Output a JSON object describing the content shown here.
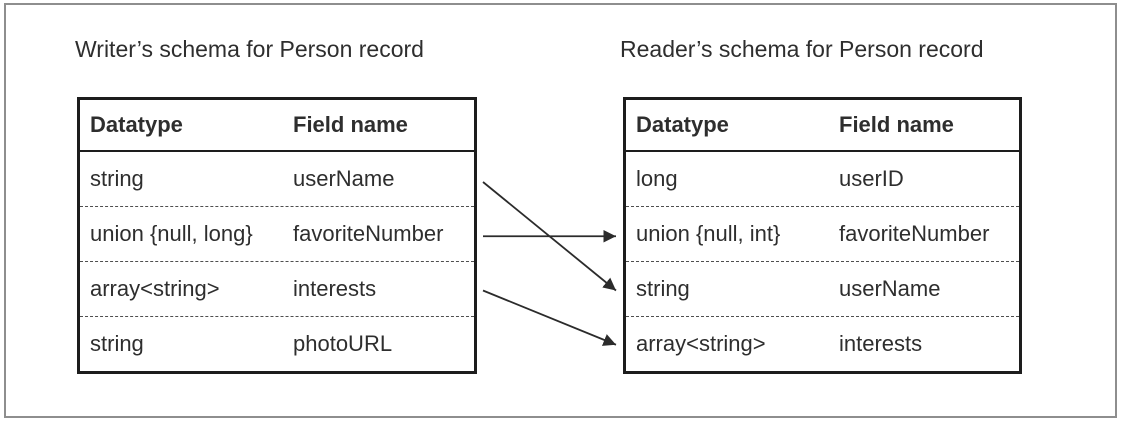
{
  "diagram": {
    "writer": {
      "title": "Writer’s schema for Person record",
      "columns": {
        "datatype": "Datatype",
        "field": "Field name"
      },
      "rows": [
        {
          "datatype": "string",
          "field": "userName"
        },
        {
          "datatype": "union {null, long}",
          "field": "favoriteNumber"
        },
        {
          "datatype": "array<string>",
          "field": "interests"
        },
        {
          "datatype": "string",
          "field": "photoURL"
        }
      ]
    },
    "reader": {
      "title": "Reader’s schema for Person record",
      "columns": {
        "datatype": "Datatype",
        "field": "Field name"
      },
      "rows": [
        {
          "datatype": "long",
          "field": "userID"
        },
        {
          "datatype": "union {null, int}",
          "field": "favoriteNumber"
        },
        {
          "datatype": "string",
          "field": "userName"
        },
        {
          "datatype": "array<string>",
          "field": "interests"
        }
      ]
    },
    "mappings": [
      {
        "field": "userName",
        "from_row": 0,
        "to_row": 2
      },
      {
        "field": "favoriteNumber",
        "from_row": 1,
        "to_row": 1
      },
      {
        "field": "interests",
        "from_row": 2,
        "to_row": 3
      }
    ],
    "colors": {
      "background": "#ffffff",
      "text": "#2e2e2e",
      "table_border": "#1d1d1d",
      "dashed_divider": "#4f4f4f",
      "outer_frame": "#8e8e8e",
      "arrow": "#2b2b2b"
    }
  }
}
